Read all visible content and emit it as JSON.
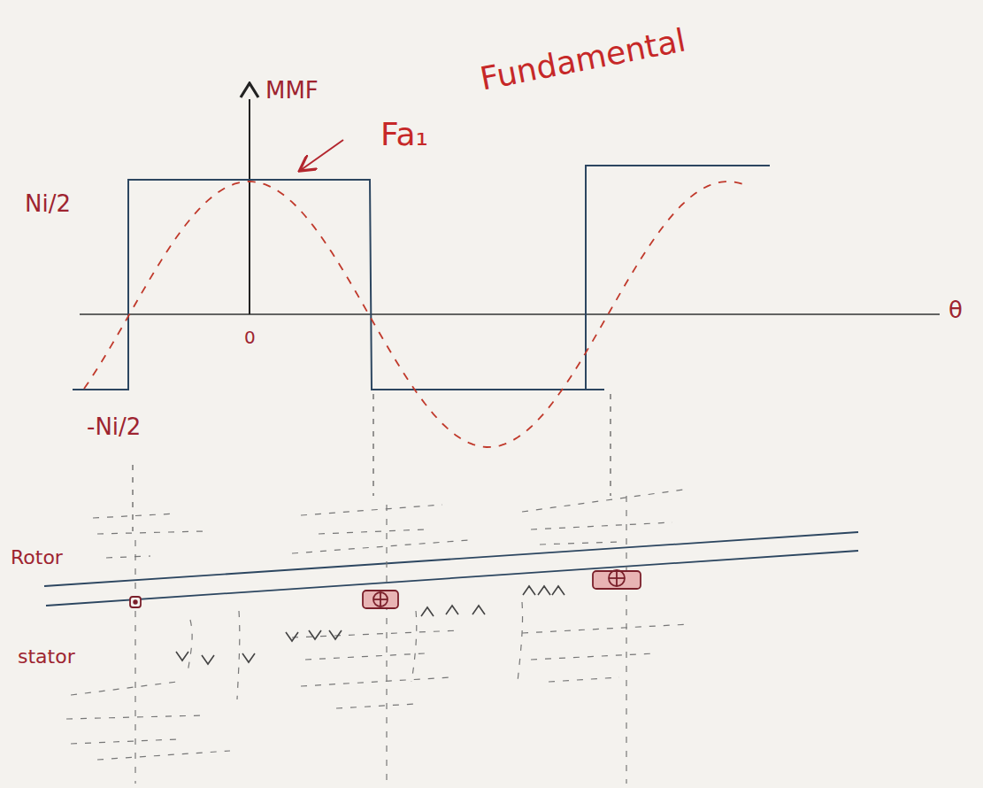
{
  "diagram": {
    "labels": [
      "MMF",
      "Fa₁",
      "Fundamental",
      "Ni/2",
      "-Ni/2",
      "0",
      "θ",
      "Rotor",
      "stator"
    ]
  }
}
